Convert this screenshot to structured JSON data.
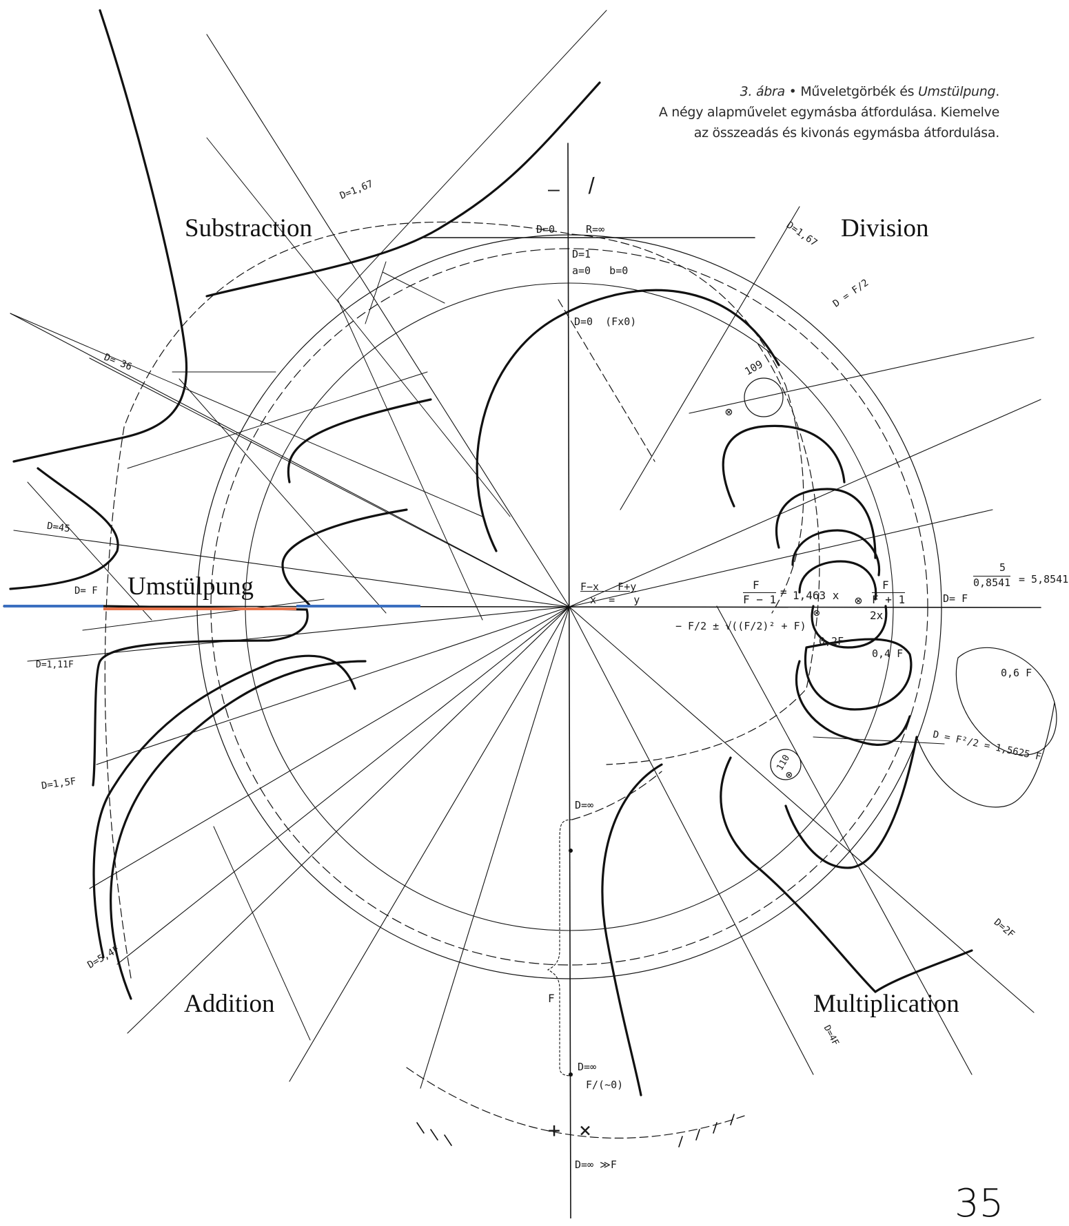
{
  "caption": {
    "figure_ref": "3. ábra",
    "bullet": "•",
    "title_plain": "Műveletgörbék és",
    "title_italic": "Umstülpung",
    "title_end": ".",
    "line2": "A négy alapművelet egymásba átfordulása. Kiemelve",
    "line3": "az összeadás és kivonás egymásba átfordulása."
  },
  "sections": {
    "substraction": "Substraction",
    "division": "Division",
    "addition": "Addition",
    "multiplication": "Multiplication",
    "umstulpung": "Umstülpung"
  },
  "annotations": {
    "minus_sign": "—",
    "slash_sign": "/",
    "d0_top": "D=0",
    "r_inf": "R=∞",
    "d1": "D=1",
    "ab0": "a=0   b=0",
    "d0_fx0": "D=0  (Fx0)",
    "d167_left": "D=1,67",
    "d167_right": "D=1,67",
    "d_f2": "D = F/2",
    "d36": "D= 36",
    "d45": "D=45",
    "d_f_left": "D= F",
    "d_f_right": "D= F",
    "d111f": "D=1,11F",
    "d15f": "D=1,5F",
    "d54f": "D=5,4F",
    "d2f": "D=2F",
    "d4f": "D=4F",
    "d_inf1": "D=∞",
    "d_inf2": "D=∞",
    "f_tilde0": "F/(~0)",
    "d_inf_gg_f": "D=∞ ≫F",
    "eq_fx": "F−x   F+y",
    "eq_fx_den": "x  =   y",
    "frac_f": "F",
    "frac_f_1": "F − 1",
    "eq_sign": "=",
    "x1463": "1,463 x",
    "frac_f2": "F",
    "frac_fp1": "F + 1",
    "two_x": "2x",
    "five": "5",
    "den_08541": "0,8541",
    "res_58541": "= 5,8541",
    "quadratic": "− F/2 ± √((F/2)² + F)",
    "f02": "0,2F",
    "f04": "0,4 F",
    "f06": "0,6 F",
    "f2_over2": "D = F²/2 = 1,5625 F",
    "circ109": "109",
    "circ110": "110",
    "otimes": "⊗",
    "plus": "+",
    "times": "×",
    "f_brace": "F"
  },
  "page_number": "35"
}
